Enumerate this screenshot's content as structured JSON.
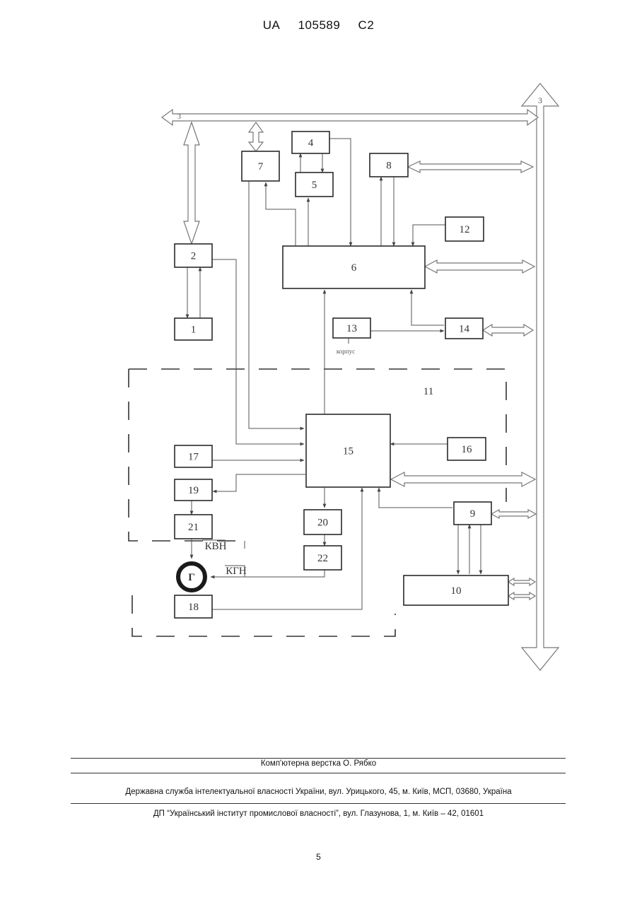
{
  "header": {
    "country": "UA",
    "number": "105589",
    "kind": "C2"
  },
  "diagram": {
    "blocks": [
      {
        "id": "b1",
        "label": "1"
      },
      {
        "id": "b2",
        "label": "2"
      },
      {
        "id": "b4",
        "label": "4"
      },
      {
        "id": "b5",
        "label": "5"
      },
      {
        "id": "b6",
        "label": "6"
      },
      {
        "id": "b7",
        "label": "7"
      },
      {
        "id": "b8",
        "label": "8"
      },
      {
        "id": "b9",
        "label": "9"
      },
      {
        "id": "b10",
        "label": "10"
      },
      {
        "id": "b12",
        "label": "12"
      },
      {
        "id": "b13",
        "label": "13"
      },
      {
        "id": "b14",
        "label": "14"
      },
      {
        "id": "b15",
        "label": "15"
      },
      {
        "id": "b16",
        "label": "16"
      },
      {
        "id": "b17",
        "label": "17"
      },
      {
        "id": "b18",
        "label": "18"
      },
      {
        "id": "b19",
        "label": "19"
      },
      {
        "id": "b20",
        "label": "20"
      },
      {
        "id": "b21",
        "label": "21"
      },
      {
        "id": "b22",
        "label": "22"
      }
    ],
    "bus_label_h": "3",
    "bus_label_v": "3",
    "group_label": "11",
    "generator_label": "Г",
    "kvn_label": "КВН",
    "kgn_label": "КГН",
    "korpus_label": "корпус"
  },
  "footer": {
    "layout": "Комп'ютерна верстка О. Рябко",
    "office": "Державна служба інтелектуальної власності України, вул. Урицького, 45, м. Київ, МСП, 03680, Україна",
    "institute": "ДП “Український інститут промислової власності”, вул. Глазунова, 1, м. Київ – 42, 01601",
    "page": "5"
  }
}
